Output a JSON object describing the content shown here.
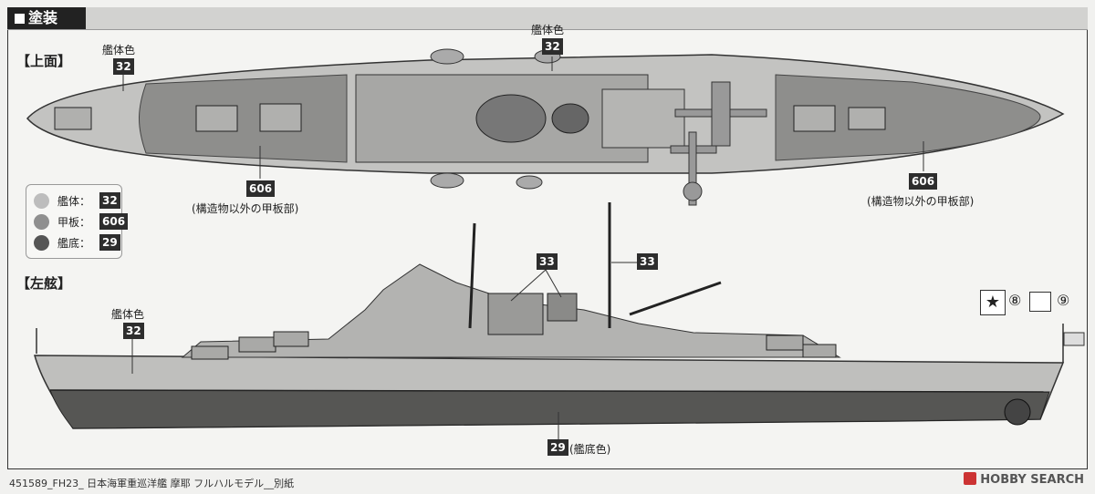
{
  "header": {
    "title": "塗装"
  },
  "top_view": {
    "heading": "【上面】",
    "hull_label": "艦体色",
    "hull_code_left": "32",
    "hull_label_center": "艦体色",
    "hull_code_center": "32",
    "deck_code_left": "606",
    "deck_note_left": "(構造物以外の甲板部)",
    "deck_code_right": "606",
    "deck_note_right": "(構造物以外の甲板部)"
  },
  "legend": {
    "items": [
      {
        "label": "艦体：",
        "code": "32",
        "color": "#bdbdbd"
      },
      {
        "label": "甲板：",
        "code": "606",
        "color": "#8f8f8f"
      },
      {
        "label": "艦底：",
        "code": "29",
        "color": "#555555"
      }
    ]
  },
  "side_view": {
    "heading": "【左舷】",
    "hull_label": "艦体色",
    "hull_code": "32",
    "funnel_code": "33",
    "mast_code": "33",
    "bottom_code": "29",
    "bottom_label": "(艦底色)",
    "decal_8": "⑧",
    "decal_9": "⑨"
  },
  "footer": {
    "text": "451589_FH23_ 日本海軍重巡洋艦 摩耶 フルハルモデル__別紙"
  },
  "watermark": "HOBBY SEARCH"
}
